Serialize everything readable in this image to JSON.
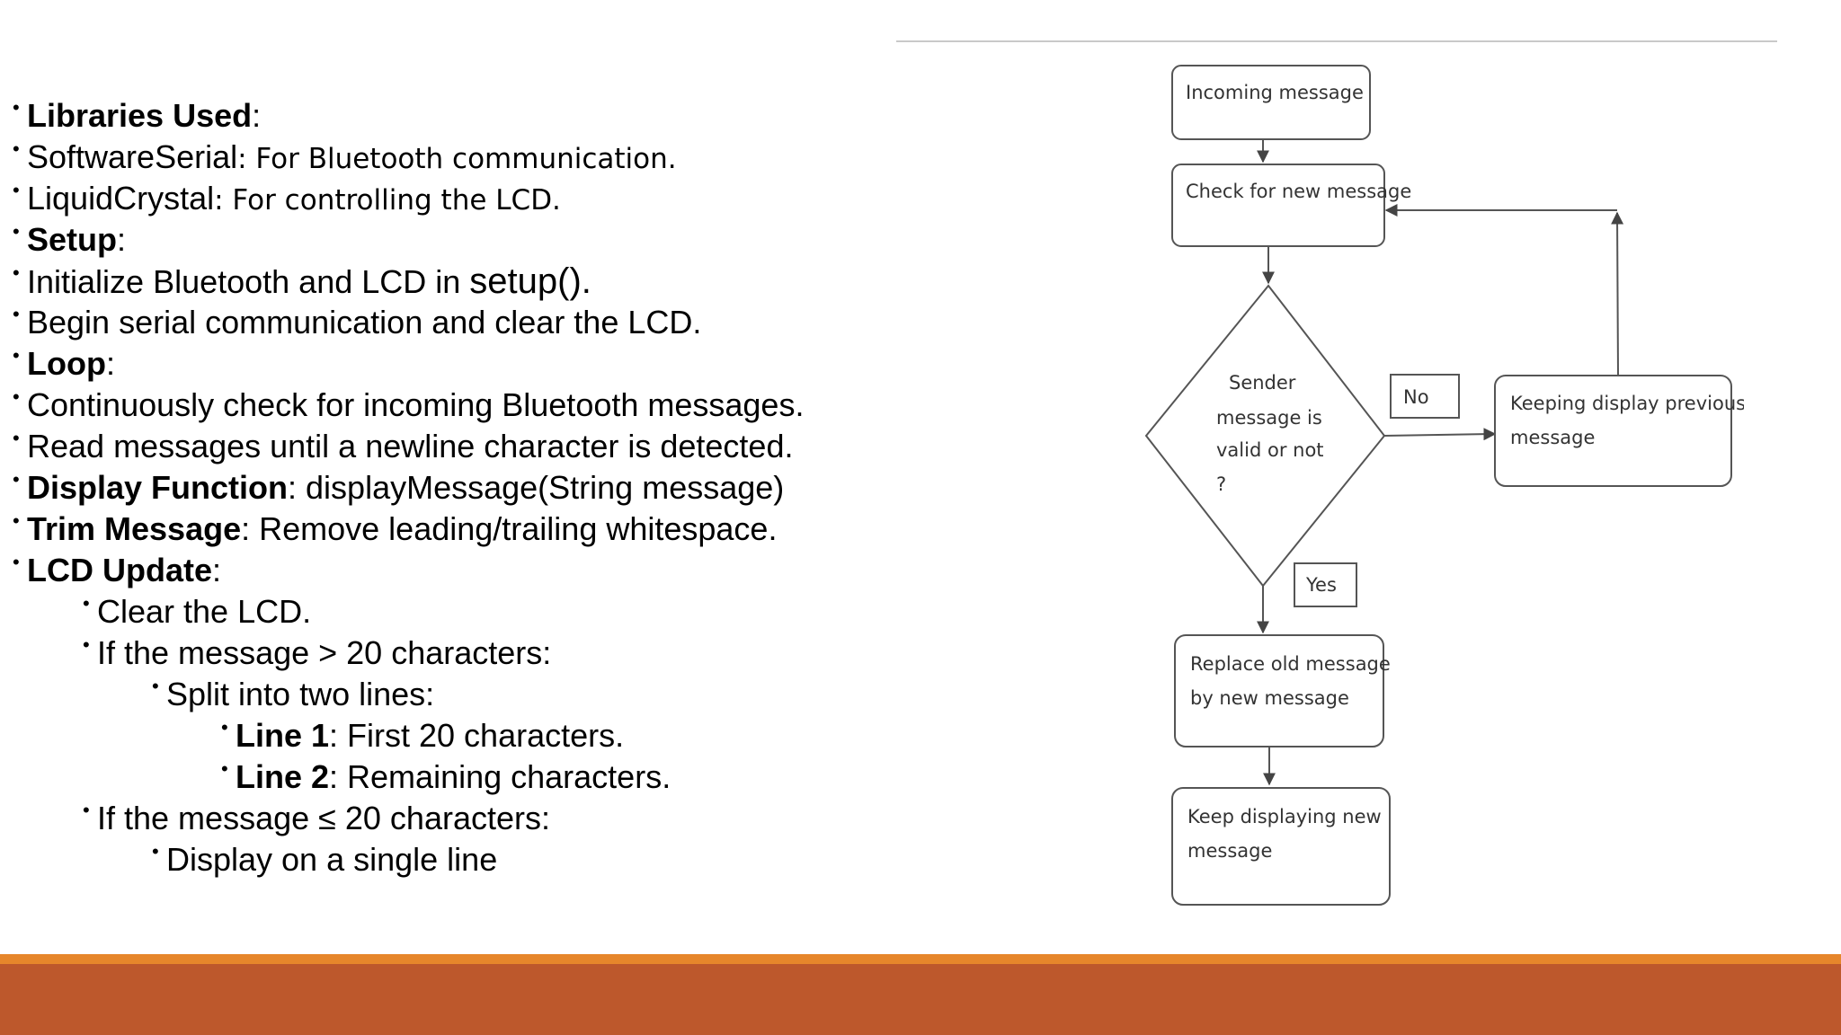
{
  "bullets": [
    {
      "level": 1,
      "parts": [
        {
          "text": "Libraries Used",
          "bold": true
        },
        {
          "text": ":"
        }
      ]
    },
    {
      "level": 1,
      "parts": [
        {
          "text": "SoftwareSerial"
        },
        {
          "text": ": For Bluetooth communication.",
          "style": "calibri"
        }
      ]
    },
    {
      "level": 1,
      "parts": [
        {
          "text": "LiquidCrystal"
        },
        {
          "text": ": For controlling the LCD.",
          "style": "calibri"
        }
      ]
    },
    {
      "level": 1,
      "parts": [
        {
          "text": "Setup",
          "bold": true
        },
        {
          "text": ":"
        }
      ]
    },
    {
      "level": 1,
      "parts": [
        {
          "text": "Initialize Bluetooth and LCD in "
        },
        {
          "text": "setup().",
          "style": "big"
        }
      ]
    },
    {
      "level": 1,
      "parts": [
        {
          "text": "Begin serial communication and clear the LCD."
        }
      ]
    },
    {
      "level": 1,
      "parts": [
        {
          "text": "Loop",
          "bold": true
        },
        {
          "text": ":"
        }
      ]
    },
    {
      "level": 1,
      "parts": [
        {
          "text": "Continuously check for incoming Bluetooth messages."
        }
      ]
    },
    {
      "level": 1,
      "parts": [
        {
          "text": "Read messages until a newline character is detected."
        }
      ]
    },
    {
      "level": 1,
      "parts": [
        {
          "text": "Display Function",
          "bold": true
        },
        {
          "text": ": displayMessage(String message)"
        }
      ]
    },
    {
      "level": 1,
      "parts": [
        {
          "text": "Trim Message",
          "bold": true
        },
        {
          "text": ": Remove leading/trailing whitespace."
        }
      ]
    },
    {
      "level": 1,
      "parts": [
        {
          "text": "LCD Update",
          "bold": true
        },
        {
          "text": ":"
        }
      ]
    },
    {
      "level": 2,
      "parts": [
        {
          "text": "Clear the LCD."
        }
      ]
    },
    {
      "level": 2,
      "parts": [
        {
          "text": "If the message > 20 characters:"
        }
      ]
    },
    {
      "level": 3,
      "parts": [
        {
          "text": "Split into two lines:"
        }
      ]
    },
    {
      "level": 4,
      "parts": [
        {
          "text": "Line 1",
          "bold": true
        },
        {
          "text": ": First 20 characters."
        }
      ]
    },
    {
      "level": 4,
      "parts": [
        {
          "text": "Line 2",
          "bold": true
        },
        {
          "text": ": Remaining characters."
        }
      ]
    },
    {
      "level": 2,
      "parts": [
        {
          "text": "If the message ≤ 20 characters:"
        }
      ]
    },
    {
      "level": 3,
      "parts": [
        {
          "text": "Display on a single line"
        }
      ]
    }
  ],
  "bullet_glyph": "•",
  "flowchart": {
    "incoming": "Incoming message",
    "check": "Check for new message",
    "decision_lines": [
      "Sender",
      "message is",
      "valid or not",
      "?"
    ],
    "no_label": "No",
    "yes_label": "Yes",
    "keep_previous_lines": [
      "Keeping display previous",
      "message"
    ],
    "replace_lines": [
      "Replace old message",
      "by new message"
    ],
    "keep_new_lines": [
      "Keep displaying new",
      "message"
    ]
  },
  "colors": {
    "footer_orange": "#e6862b",
    "footer_rust": "#bd582c",
    "flow_stroke": "#555555"
  }
}
